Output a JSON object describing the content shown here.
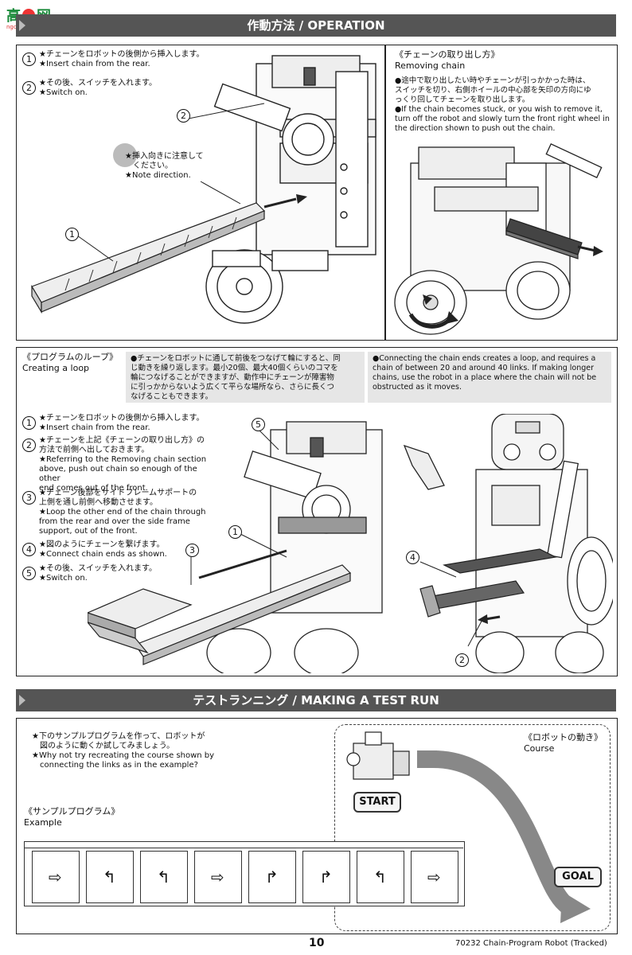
{
  "watermark_top": "ngchan.com",
  "operation": {
    "header": "作動方法 / OPERATION",
    "insert_steps": [
      {
        "num": "1",
        "jp": "★チェーンをロボットの後側から挿入します。",
        "en": "★Insert chain from the rear."
      },
      {
        "num": "2",
        "jp": "★その後、スイッチを入れます。",
        "en": "★Switch on."
      }
    ],
    "note_jp1": "★挿入向きに注意して",
    "note_jp2": "ください。",
    "note_en": "★Note direction.",
    "callout_1": "1",
    "callout_2": "2",
    "removing": {
      "title_jp": "《チェーンの取り出し方》",
      "title_en": "Removing chain",
      "jp1": "●途中で取り出したい時やチェーンが引っかかった時は、",
      "jp2": "スイッチを切り、右側ホイールの中心部を矢印の方向にゆ",
      "jp3": "っくり回してチェーンを取り出します。",
      "en1": "●If the chain becomes stuck, or you wish to remove it,",
      "en2": "turn off the robot and slowly turn the front right wheel in",
      "en3": "the direction shown to push out the chain."
    },
    "loop": {
      "title_jp": "《プログラムのループ》",
      "title_en": "Creating a loop",
      "jp1": "●チェーンをロボットに通して前後をつなげて輪にすると、同",
      "jp2": "じ動きを繰り返します。最小20個、最大40個くらいのコマを",
      "jp3": "輪につなげることができますが、動作中にチェーンが障害物",
      "jp4": "に引っかからないよう広くて平らな場所なら、さらに長くつ",
      "jp5": "なげることもできます。",
      "en1": "●Connecting the chain ends creates a loop, and requires a",
      "en2": "chain of between 20 and around 40 links. If making longer",
      "en3": "chains, use the robot in a place where the chain will not be",
      "en4": "obstructed as it moves."
    },
    "loop_steps": [
      {
        "num": "1",
        "lines": [
          "★チェーンをロボットの後側から挿入します。",
          "★Insert chain from the rear."
        ]
      },
      {
        "num": "2",
        "lines": [
          "★チェーンを上記《チェーンの取り出し方》の",
          "方法で前側へ出しておきます。",
          "★Referring to the Removing chain section",
          "above, push out chain so enough of the other",
          "end comes out of the front."
        ]
      },
      {
        "num": "3",
        "lines": [
          "★チェーン後部をサイドフレームサポートの",
          "上側を通し前側へ移動させます。",
          "★Loop the other end of the chain through",
          "from the rear and over the side frame",
          "support, out of the front."
        ]
      },
      {
        "num": "4",
        "lines": [
          "★図のようにチェーンを繋げます。",
          "★Connect chain ends as shown."
        ]
      },
      {
        "num": "5",
        "lines": [
          "★その後、スイッチを入れます。",
          "★Switch on."
        ]
      }
    ],
    "loop_callouts": {
      "c1": "1",
      "c3": "3",
      "c5": "5",
      "c4": "4",
      "c2": "2"
    }
  },
  "testrun": {
    "header": "テストランニング / MAKING A TEST RUN",
    "intro_jp1": "★下のサンプルプログラムを作って、ロボットが",
    "intro_jp2": "図のように動くか試してみましょう。",
    "intro_en1": "★Why not try recreating the course shown by",
    "intro_en2": "connecting the links as in the example?",
    "sample_jp": "《サンプルプログラム》",
    "sample_en": "Example",
    "course_jp": "《ロボットの動き》",
    "course_en": "Course",
    "start": "START",
    "goal": "GOAL",
    "link_glyphs": [
      "⇨",
      "↰",
      "↰",
      "⇨",
      "↱",
      "↱",
      "↰",
      "⇨"
    ]
  },
  "footer": {
    "page": "10",
    "code": "70232  Chain-Program Robot (Tracked)"
  }
}
